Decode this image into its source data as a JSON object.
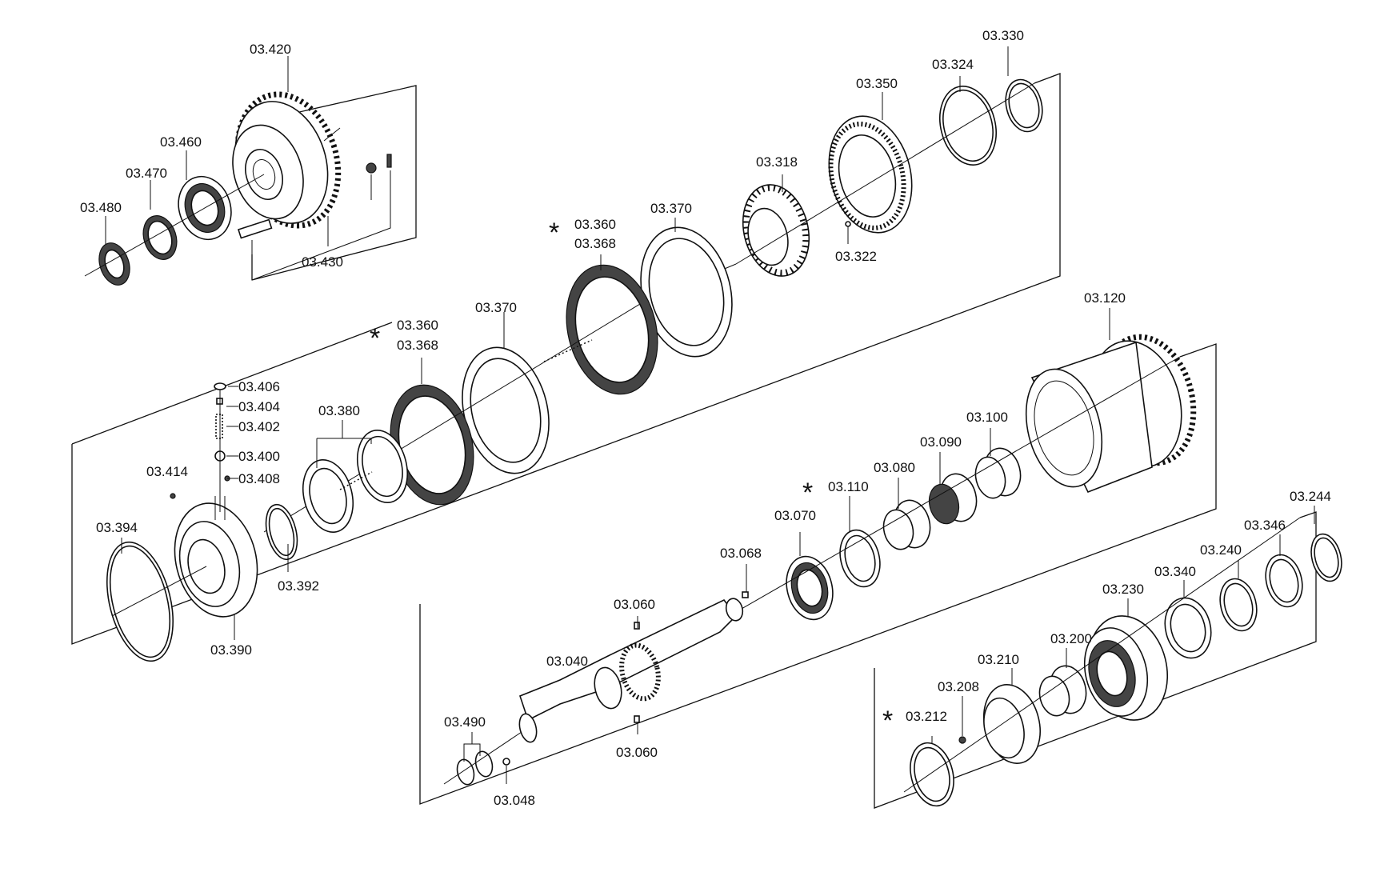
{
  "labels": {
    "p03_420": "03.420",
    "p03_460": "03.460",
    "p03_470": "03.470",
    "p03_480": "03.480",
    "p03_430": "03.430",
    "p03_350": "03.350",
    "p03_324": "03.324",
    "p03_330": "03.330",
    "p03_318": "03.318",
    "p03_322": "03.322",
    "p03_370_a": "03.370",
    "p03_360_a": "03.360",
    "p03_368_a": "03.368",
    "p03_370_b": "03.370",
    "p03_360_b": "03.360",
    "p03_368_b": "03.368",
    "p03_380": "03.380",
    "p03_406": "03.406",
    "p03_404": "03.404",
    "p03_402": "03.402",
    "p03_400": "03.400",
    "p03_408": "03.408",
    "p03_414": "03.414",
    "p03_394": "03.394",
    "p03_390": "03.390",
    "p03_392": "03.392",
    "p03_120": "03.120",
    "p03_100": "03.100",
    "p03_090": "03.090",
    "p03_080": "03.080",
    "p03_110": "03.110",
    "p03_070": "03.070",
    "p03_068": "03.068",
    "p03_060_top": "03.060",
    "p03_040": "03.040",
    "p03_060_bottom": "03.060",
    "p03_490": "03.490",
    "p03_048": "03.048",
    "p03_244": "03.244",
    "p03_346": "03.346",
    "p03_240": "03.240",
    "p03_340": "03.340",
    "p03_230": "03.230",
    "p03_200": "03.200",
    "p03_210": "03.210",
    "p03_208": "03.208",
    "p03_212": "03.212"
  },
  "marker": "*"
}
